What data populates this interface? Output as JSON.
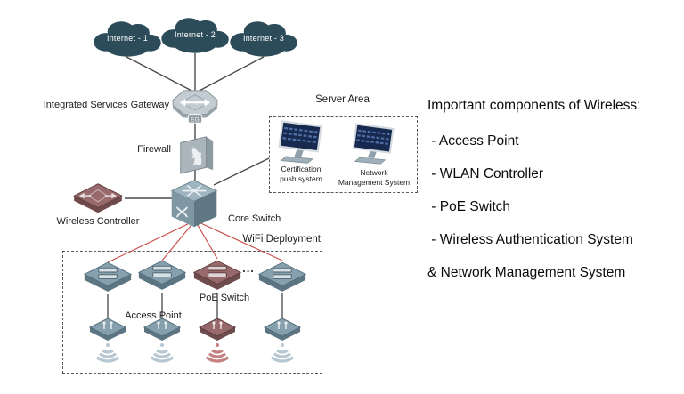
{
  "diagram": {
    "clouds": [
      {
        "label": "Internet - 1"
      },
      {
        "label": "Internet - 2"
      },
      {
        "label": "Internet - 3"
      }
    ],
    "gateway": {
      "label": "Integrated Services Gateway",
      "badge": "EG"
    },
    "firewall": {
      "label": "Firewall"
    },
    "core_switch": {
      "label": "Core Switch"
    },
    "wireless_controller": {
      "label": "Wireless Controller"
    },
    "server_area": {
      "title": "Server Area",
      "servers": [
        {
          "line1": "Certification",
          "line2": "push system"
        },
        {
          "line1": "Network",
          "line2": "Management System"
        }
      ]
    },
    "wifi_deployment": {
      "title": "WiFi Deployment",
      "poe_switch_label": "PoE Switch",
      "access_point_label": "Access Point",
      "ellipsis": "..."
    }
  },
  "panel": {
    "title": "Important components of Wireless:",
    "items": [
      " - Access Point",
      " - WLAN Controller",
      " - PoE Switch",
      " - Wireless Authentication System",
      "& Network Management System"
    ]
  },
  "colors": {
    "cloud": "#2d4c5a",
    "steel_device": "#87a0ad",
    "maroon_device": "#97696b",
    "dark_link": "#4a4a4a",
    "red_link": "#c9534f",
    "monitor_screen": "#17294e"
  }
}
